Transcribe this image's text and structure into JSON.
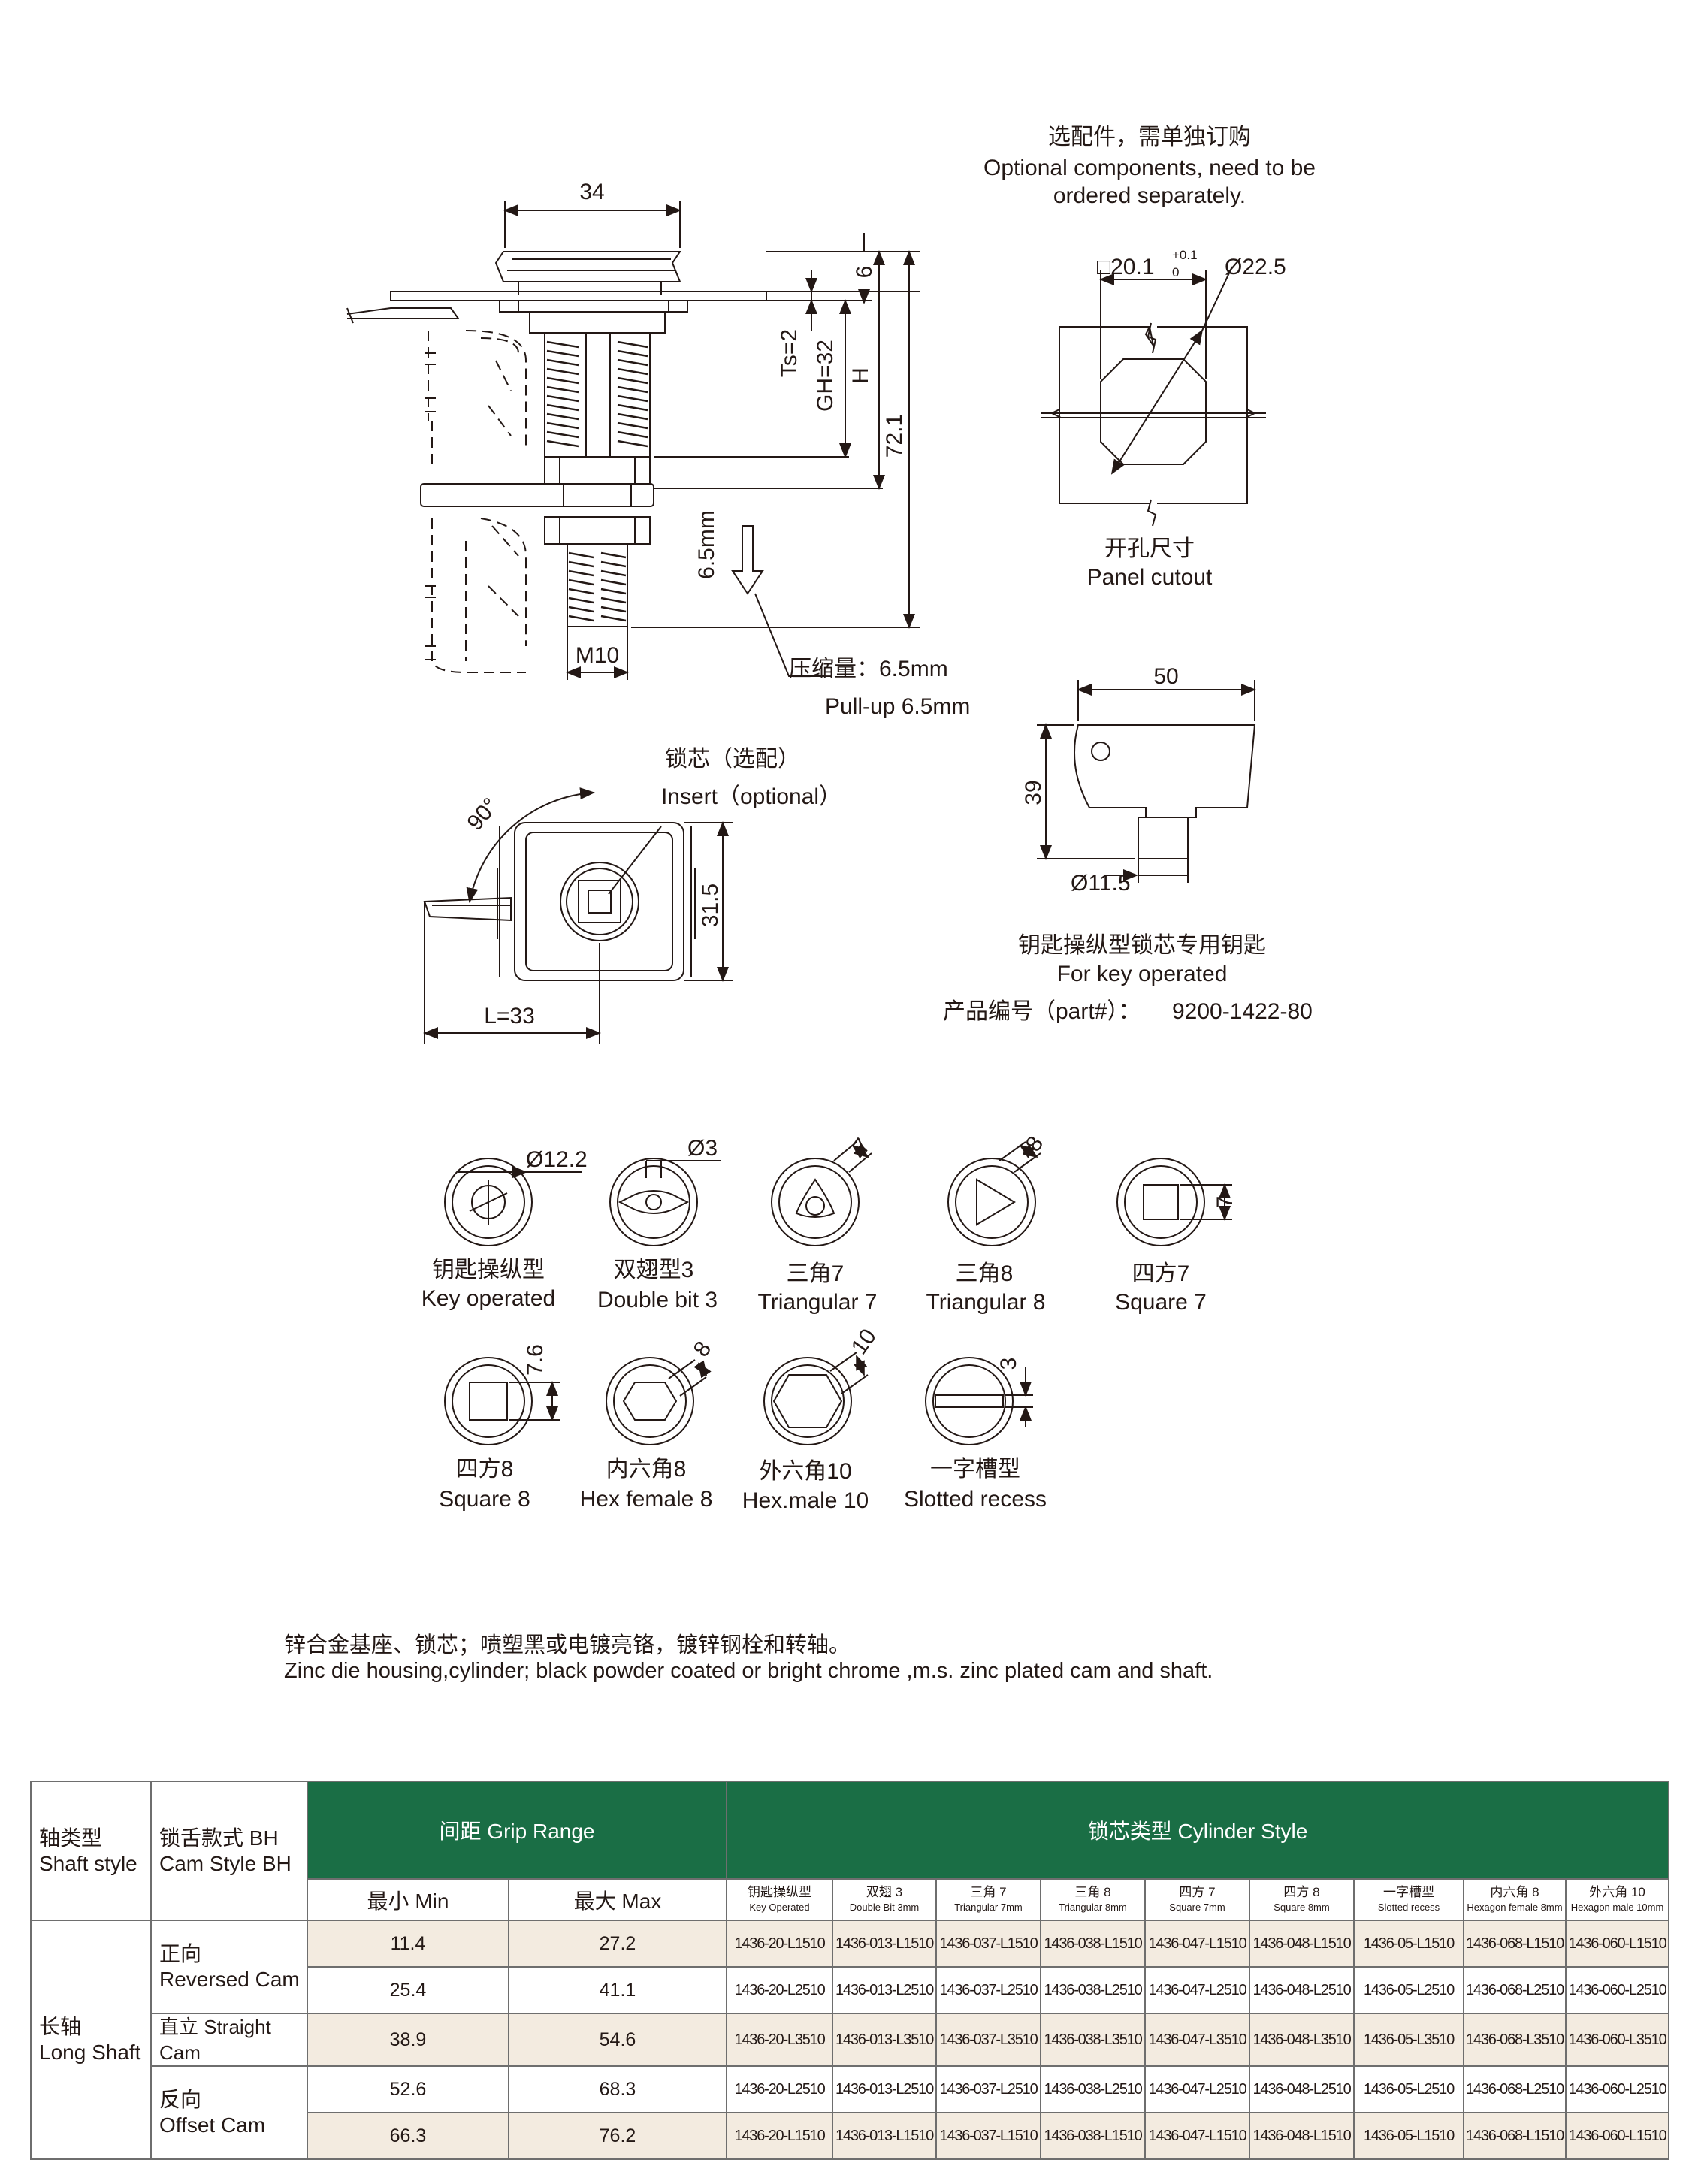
{
  "optional": {
    "zh": "选配件，需单独订购",
    "en1": "Optional components, need to be",
    "en2": "ordered separately."
  },
  "dims": {
    "d34": "34",
    "d6": "6",
    "ts": "Ts=2",
    "gh": "GH=32",
    "h": "H",
    "d721": "72.1",
    "d65mm": "6.5mm",
    "m10": "M10",
    "d90": "90°",
    "d315": "31.5",
    "l33": "L=33",
    "d50": "50",
    "d39": "39",
    "d115": "Ø11.5",
    "sq20": "□20.1",
    "tol_up": "+0.1",
    "tol_dn": "0",
    "d225": "Ø22.5"
  },
  "pullup": {
    "zh": "压缩量：6.5mm",
    "en": "Pull-up 6.5mm"
  },
  "cutout": {
    "zh": "开孔尺寸",
    "en": "Panel cutout"
  },
  "insert": {
    "zh": "锁芯（选配）",
    "en": "Insert（optional）"
  },
  "key": {
    "zh": "钥匙操纵型锁芯专用钥匙",
    "en": "For key operated",
    "part_label": "产品编号（part#）：",
    "part_no": "9200-1422-80"
  },
  "inserts": [
    {
      "zh": "钥匙操纵型",
      "en": "Key operated",
      "dim": "Ø12.2"
    },
    {
      "zh": "双翅型3",
      "en": "Double bit 3",
      "dim": "Ø3"
    },
    {
      "zh": "三角7",
      "en": "Triangular 7",
      "dim": "7"
    },
    {
      "zh": "三角8",
      "en": "Triangular 8",
      "dim": "8"
    },
    {
      "zh": "四方7",
      "en": "Square 7",
      "dim": "7"
    },
    {
      "zh": "四方8",
      "en": "Square 8",
      "dim": "7.6"
    },
    {
      "zh": "内六角8",
      "en": "Hex female 8",
      "dim": "8"
    },
    {
      "zh": "外六角10",
      "en": "Hex.male 10",
      "dim": "10"
    },
    {
      "zh": "一字槽型",
      "en": "Slotted recess",
      "dim": "3"
    }
  ],
  "material": {
    "zh": "锌合金基座、锁芯；喷塑黑或电镀亮铬，镀锌钢栓和转轴。",
    "en": "Zinc die housing,cylinder; black powder coated or bright chrome ,m.s. zinc plated cam and shaft."
  },
  "table": {
    "h_shaft_zh": "轴类型",
    "h_shaft_en": "Shaft style",
    "h_cam_zh": "锁舌款式 BH",
    "h_cam_en": "Cam Style BH",
    "h_grip": "间距 Grip Range",
    "h_cyl": "锁芯类型 Cylinder Style",
    "h_min": "最小 Min",
    "h_max": "最大 Max",
    "cyl_cols": [
      {
        "zh": "钥匙操纵型",
        "en": "Key Operated"
      },
      {
        "zh": "双翅 3",
        "en": "Double Bit 3mm"
      },
      {
        "zh": "三角 7",
        "en": "Triangular 7mm"
      },
      {
        "zh": "三角 8",
        "en": "Triangular 8mm"
      },
      {
        "zh": "四方 7",
        "en": "Square 7mm"
      },
      {
        "zh": "四方 8",
        "en": "Square 8mm"
      },
      {
        "zh": "一字槽型",
        "en": "Slotted recess"
      },
      {
        "zh": "内六角 8",
        "en": "Hexagon female 8mm"
      },
      {
        "zh": "外六角 10",
        "en": "Hexagon male 10mm"
      }
    ],
    "shaft_zh": "长轴",
    "shaft_en": "Long Shaft",
    "cam_rev_zh": "正向",
    "cam_rev_en": "Reversed Cam",
    "cam_str": "直立 Straight Cam",
    "cam_off_zh": "反向",
    "cam_off_en": "Offset Cam",
    "rows": [
      {
        "min": "11.4",
        "max": "27.2",
        "parts": [
          "1436-20-L1510",
          "1436-013-L1510",
          "1436-037-L1510",
          "1436-038-L1510",
          "1436-047-L1510",
          "1436-048-L1510",
          "1436-05-L1510",
          "1436-068-L1510",
          "1436-060-L1510"
        ]
      },
      {
        "min": "25.4",
        "max": "41.1",
        "parts": [
          "1436-20-L2510",
          "1436-013-L2510",
          "1436-037-L2510",
          "1436-038-L2510",
          "1436-047-L2510",
          "1436-048-L2510",
          "1436-05-L2510",
          "1436-068-L2510",
          "1436-060-L2510"
        ]
      },
      {
        "min": "38.9",
        "max": "54.6",
        "parts": [
          "1436-20-L3510",
          "1436-013-L3510",
          "1436-037-L3510",
          "1436-038-L3510",
          "1436-047-L3510",
          "1436-048-L3510",
          "1436-05-L3510",
          "1436-068-L3510",
          "1436-060-L3510"
        ]
      },
      {
        "min": "52.6",
        "max": "68.3",
        "parts": [
          "1436-20-L2510",
          "1436-013-L2510",
          "1436-037-L2510",
          "1436-038-L2510",
          "1436-047-L2510",
          "1436-048-L2510",
          "1436-05-L2510",
          "1436-068-L2510",
          "1436-060-L2510"
        ]
      },
      {
        "min": "66.3",
        "max": "76.2",
        "parts": [
          "1436-20-L1510",
          "1436-013-L1510",
          "1436-037-L1510",
          "1436-038-L1510",
          "1436-047-L1510",
          "1436-048-L1510",
          "1436-05-L1510",
          "1436-068-L1510",
          "1436-060-L1510"
        ]
      }
    ]
  }
}
